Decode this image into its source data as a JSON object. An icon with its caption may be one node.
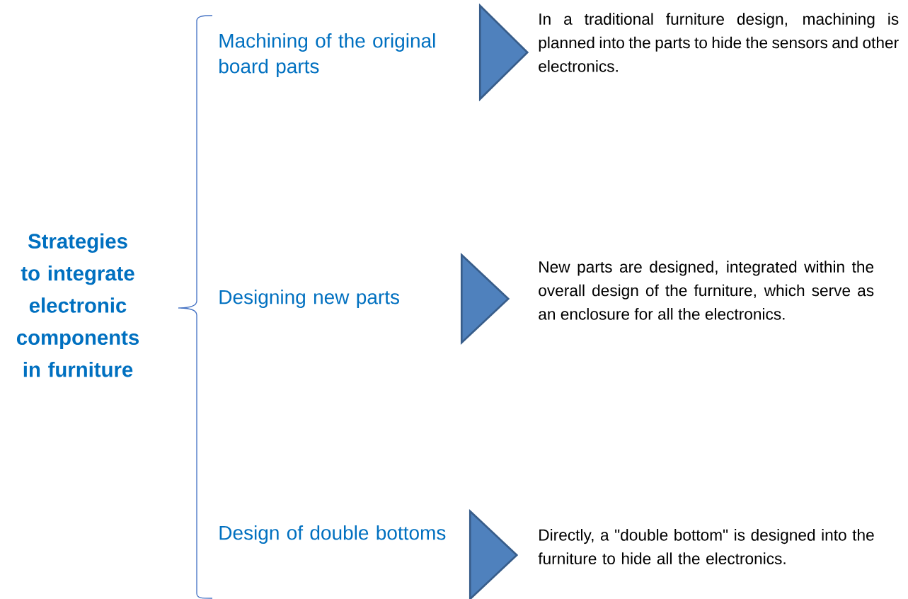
{
  "diagram": {
    "nodes": [
      {
        "text": [
          "Strategies to integrate electronic components in furniture"
        ]
      },
      {
        "text": [
          "Machining of the original board parts"
        ]
      },
      {
        "text": [
          "Designing new parts"
        ]
      },
      {
        "text": [
          "Design of double bottoms"
        ]
      },
      {
        "text": [
          "In a traditional furniture design, machining is planned into the parts to hide the sensors and other electronics."
        ]
      },
      {
        "text": [
          "New parts are designed, integrated within the overall design of the furniture, which serve as an enclosure for all the electronics."
        ]
      },
      {
        "text": [
          "Directly, a \"double bottom\" is designed into the furniture to hide all the electronics."
        ]
      }
    ],
    "edges": [
      {
        "from": 1,
        "to": 4,
        "arrow": "to"
      },
      {
        "from": 2,
        "to": 5,
        "arrow": "to"
      },
      {
        "from": 3,
        "to": 6,
        "arrow": "to"
      }
    ]
  }
}
